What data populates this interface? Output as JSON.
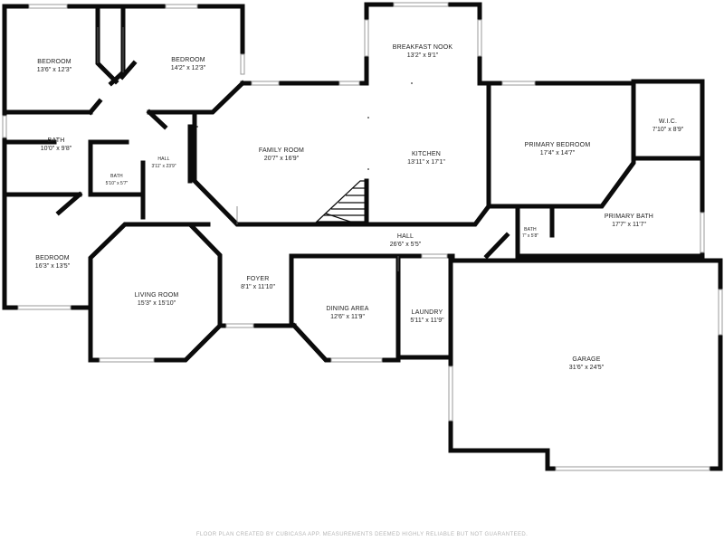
{
  "rooms": [
    {
      "id": "bedroom-1",
      "name": "BEDROOM",
      "dims": "13'6\" x 12'3\""
    },
    {
      "id": "bedroom-2",
      "name": "BEDROOM",
      "dims": "14'2\" x 12'3\""
    },
    {
      "id": "breakfast-nook",
      "name": "BREAKFAST NOOK",
      "dims": "13'2\" x 9'1\""
    },
    {
      "id": "family-room",
      "name": "FAMILY ROOM",
      "dims": "20'7\" x 16'9\""
    },
    {
      "id": "kitchen",
      "name": "KITCHEN",
      "dims": "13'11\" x 17'1\""
    },
    {
      "id": "primary-bedroom",
      "name": "PRIMARY BEDROOM",
      "dims": "17'4\" x 14'7\""
    },
    {
      "id": "wic",
      "name": "W.I.C.",
      "dims": "7'10\" x 8'9\""
    },
    {
      "id": "bath-1",
      "name": "BATH",
      "dims": "10'0\" x 9'8\""
    },
    {
      "id": "hall-1",
      "name": "HALL",
      "dims": "3'11\" x 23'9\""
    },
    {
      "id": "bath-2",
      "name": "BATH",
      "dims": "5'10\" x 5'7\""
    },
    {
      "id": "primary-bath",
      "name": "PRIMARY BATH",
      "dims": "17'7\" x 11'7\""
    },
    {
      "id": "bath-3",
      "name": "BATH",
      "dims": "7\" x 5'8\""
    },
    {
      "id": "hall-2",
      "name": "HALL",
      "dims": "26'6\" x 5'5\""
    },
    {
      "id": "bedroom-3",
      "name": "BEDROOM",
      "dims": "16'3\" x 13'5\""
    },
    {
      "id": "living-room",
      "name": "LIVING ROOM",
      "dims": "15'3\" x 15'10\""
    },
    {
      "id": "foyer",
      "name": "FOYER",
      "dims": "8'1\" x 11'10\""
    },
    {
      "id": "dining-area",
      "name": "DINING AREA",
      "dims": "12'6\" x 11'9\""
    },
    {
      "id": "laundry",
      "name": "LAUNDRY",
      "dims": "5'11\" x 11'9\""
    },
    {
      "id": "garage",
      "name": "GARAGE",
      "dims": "31'6\" x 24'5\""
    }
  ],
  "footer": "FLOOR PLAN CREATED BY CUBICASA APP. MEASUREMENTS DEEMED HIGHLY RELIABLE BUT NOT GUARANTEED."
}
